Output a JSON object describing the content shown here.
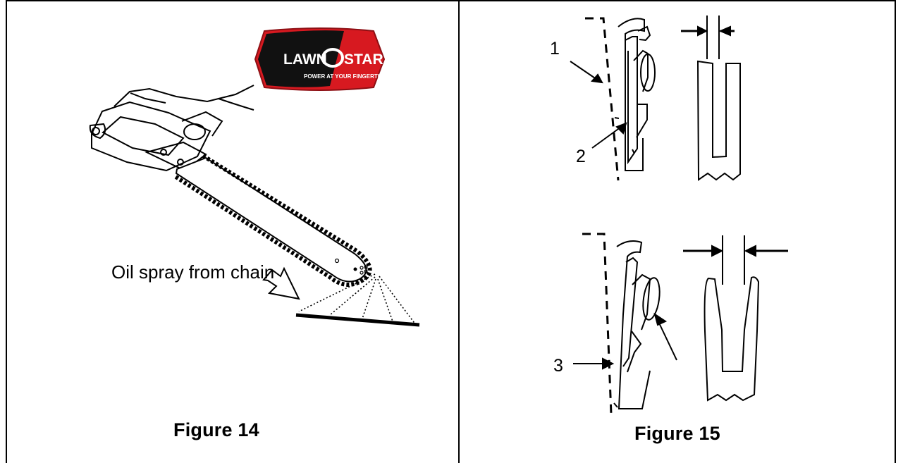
{
  "logo": {
    "left_text": "LAWN",
    "right_text": "STAR",
    "tagline": "POWER AT YOUR FINGERTIPS",
    "red": "#d71920",
    "black": "#111111"
  },
  "figure14": {
    "callout": "Oil spray from chain",
    "caption": "Figure 14"
  },
  "figure15": {
    "labels": [
      "1",
      "2",
      "3"
    ],
    "caption": "Figure 15"
  }
}
